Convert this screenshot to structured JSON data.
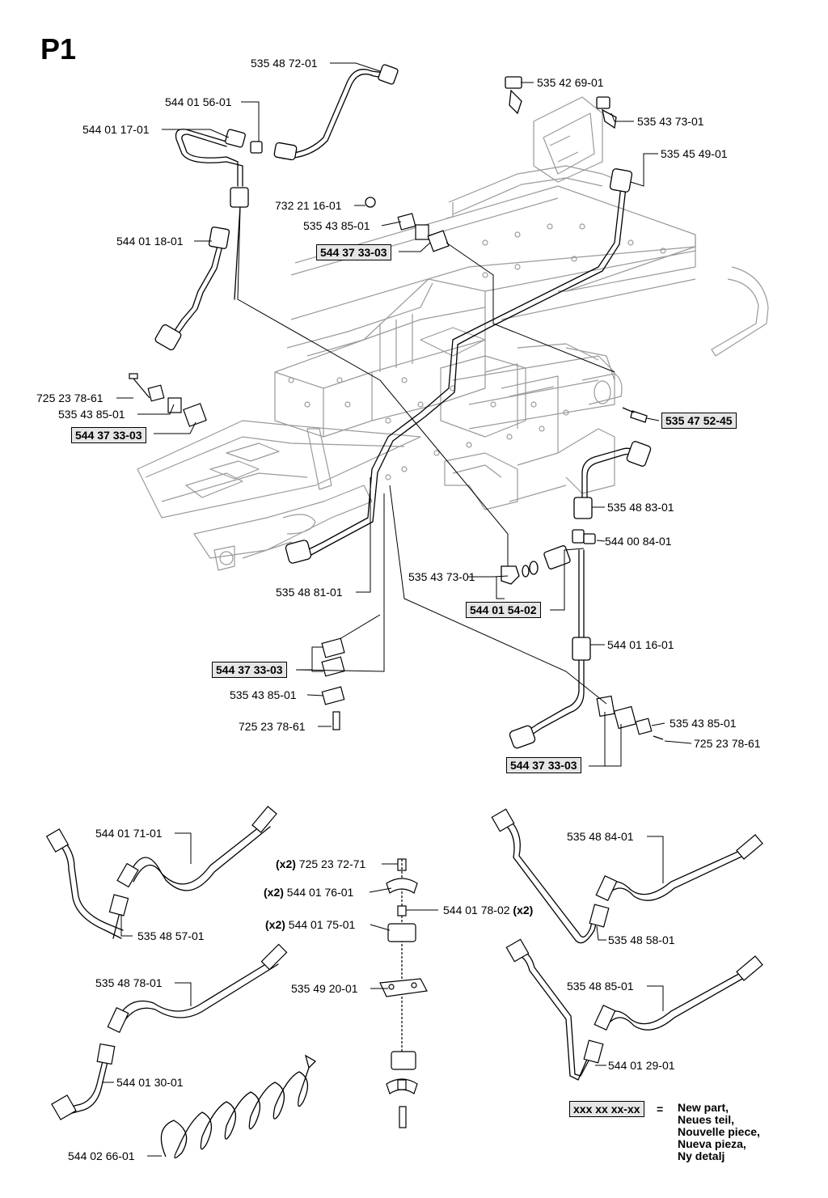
{
  "page": {
    "title": "P1"
  },
  "labels": {
    "l_535487201": "535 48 72-01",
    "l_544015601": "544 01 56-01",
    "l_544011701": "544 01 17-01",
    "l_544011801": "544 01 18-01",
    "l_732211601": "732 21 16-01",
    "l_535438501_a": "535 43 85-01",
    "l_544373303_a": "544 37 33-03",
    "l_535426901": "535 42 69-01",
    "l_535437301_a": "535 43 73-01",
    "l_535454901": "535 45 49-01",
    "l_725237861_a": "725 23 78-61",
    "l_535438501_b": "535 43 85-01",
    "l_544373303_b": "544 37 33-03",
    "l_535475245": "535 47 52-45",
    "l_535488301": "535 48 83-01",
    "l_544008401": "544 00 84-01",
    "l_535437301_b": "535 43 73-01",
    "l_544015402": "544 01 54-02",
    "l_535488101": "535 48 81-01",
    "l_544011601": "544 01 16-01",
    "l_544373303_c": "544 37 33-03",
    "l_535438501_c": "535 43 85-01",
    "l_725237861_b": "725 23 78-61",
    "l_535438501_d": "535 43 85-01",
    "l_725237861_c": "725 23 78-61",
    "l_544373303_d": "544 37 33-03",
    "l_544017101": "544 01 71-01",
    "l_535485701": "535 48 57-01",
    "l_535487801": "535 48 78-01",
    "l_544013001": "544 01 30-01",
    "l_544026601": "544 02 66-01",
    "l_725237271": "725 23 72-71",
    "l_544017601": "544 01 76-01",
    "l_544017802": "544 01 78-02",
    "l_544017501": "544 01 75-01",
    "l_535492001": "535 49 20-01",
    "l_535488401": "535 48 84-01",
    "l_535485801": "535 48 58-01",
    "l_535488501": "535 48 85-01",
    "l_544012901": "544 01 29-01"
  },
  "qty": {
    "x2": "(x2)"
  },
  "legend": {
    "sample": "xxx xx xx-xx",
    "equals": "=",
    "lines": [
      "New part,",
      "Neues teil,",
      "Nouvelle piece,",
      "Nueva pieza,",
      "Ny detalj"
    ]
  }
}
